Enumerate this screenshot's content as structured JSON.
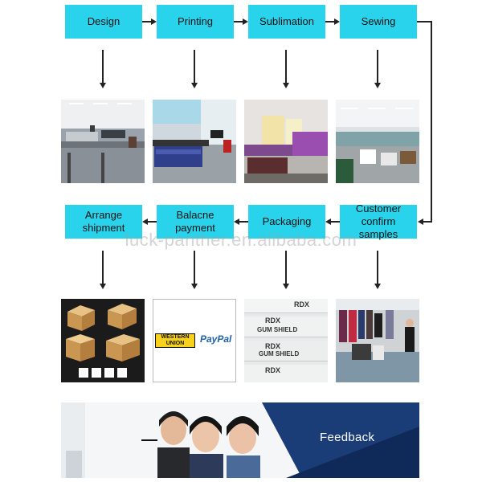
{
  "steps_row1": [
    "Design",
    "Printing",
    "Sublimation",
    "Sewing"
  ],
  "steps_row2": [
    "Arrange shipment",
    "Balacne payment",
    "Packaging",
    "Customer confirm samples"
  ],
  "watermark": "luck-panther.en.alibaba.com",
  "payment": {
    "western_union_line1": "WESTERN",
    "western_union_line2": "UNION",
    "paypal": "PayPal"
  },
  "packaging_labels": {
    "brand": "RDX",
    "line": "GUM SHIELD"
  },
  "feedback": {
    "label": "Feedback"
  },
  "colors": {
    "step_box": "#29d3ec",
    "feedback_panel": "#1a3d78"
  }
}
